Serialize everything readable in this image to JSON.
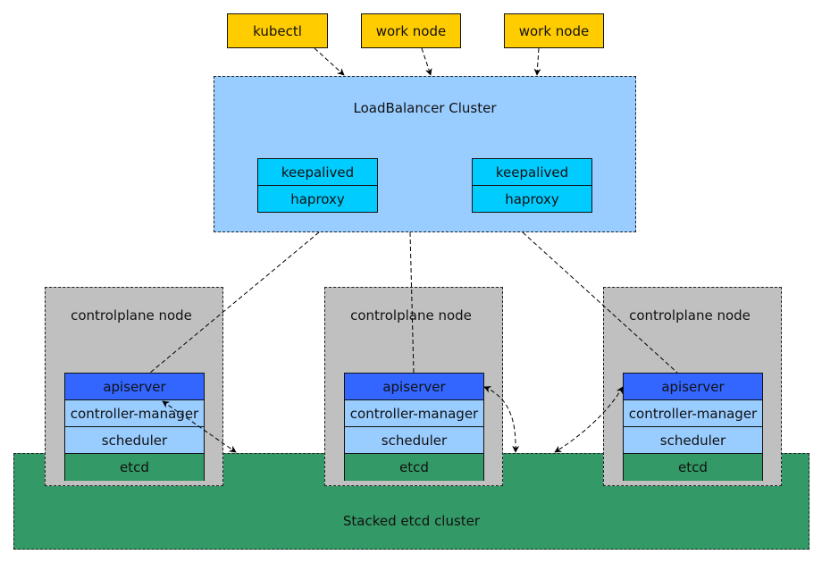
{
  "clients": [
    {
      "label": "kubectl"
    },
    {
      "label": "work node"
    },
    {
      "label": "work node"
    }
  ],
  "load_balancer": {
    "title": "LoadBalancer Cluster",
    "instances": [
      {
        "components": [
          "keepalived",
          "haproxy"
        ]
      },
      {
        "components": [
          "keepalived",
          "haproxy"
        ]
      }
    ]
  },
  "control_plane_nodes": [
    {
      "title": "controlplane node",
      "components": [
        "apiserver",
        "controller-manager",
        "scheduler",
        "etcd"
      ]
    },
    {
      "title": "controlplane node",
      "components": [
        "apiserver",
        "controller-manager",
        "scheduler",
        "etcd"
      ]
    },
    {
      "title": "controlplane node",
      "components": [
        "apiserver",
        "controller-manager",
        "scheduler",
        "etcd"
      ]
    }
  ],
  "etcd_cluster": {
    "title": "Stacked etcd cluster"
  },
  "colors": {
    "client": "#ffcc00",
    "load_balancer": "#99ccff",
    "lb_component": "#00ccff",
    "node": "#c0c0c0",
    "apiserver": "#3366ff",
    "control_component": "#99ccff",
    "etcd": "#339966"
  }
}
